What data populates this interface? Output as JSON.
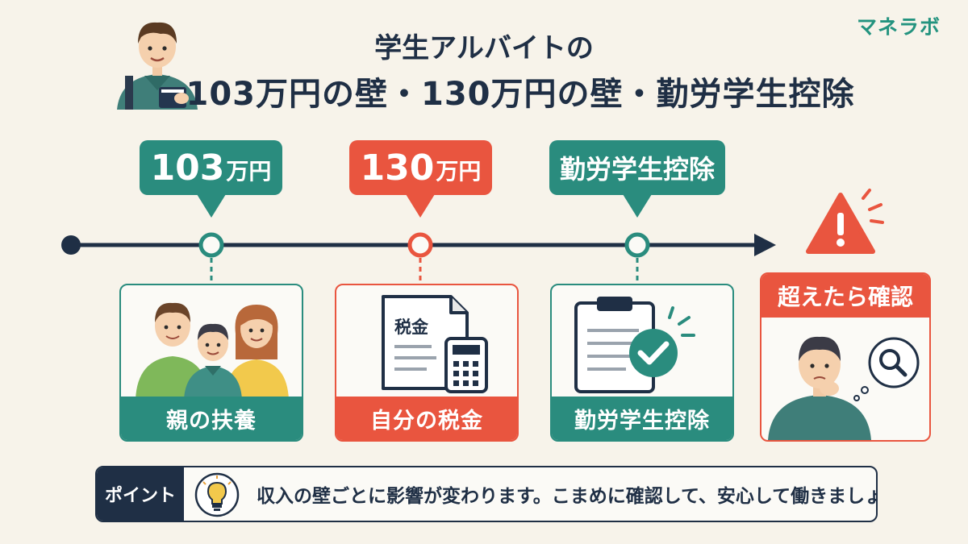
{
  "brand": "マネラボ",
  "title": {
    "line1": "学生アルバイトの",
    "line2": "103万円の壁・130万円の壁・勤労学生控除"
  },
  "callouts": [
    {
      "number": "103",
      "unit": "万円"
    },
    {
      "number": "130",
      "unit": "万円"
    },
    {
      "text": "勤労学生控除"
    }
  ],
  "cards": [
    {
      "label": "親の扶養",
      "icon": "family-icon"
    },
    {
      "label": "自分の税金",
      "icon": "tax-document-calculator-icon",
      "doc_text": "税金"
    },
    {
      "label": "勤労学生控除",
      "icon": "clipboard-check-icon"
    }
  ],
  "warning": {
    "label": "超えたら確認",
    "icon": "warning-triangle-icon"
  },
  "point": {
    "tag": "ポイント",
    "text": "収入の壁ごとに影響が変わります。こまめに確認して、安心して働きましょう。",
    "icon": "lightbulb-icon"
  },
  "colors": {
    "teal": "#2a8c7e",
    "red": "#e9553f",
    "navy": "#1f2f45",
    "background": "#f7f3ea"
  }
}
